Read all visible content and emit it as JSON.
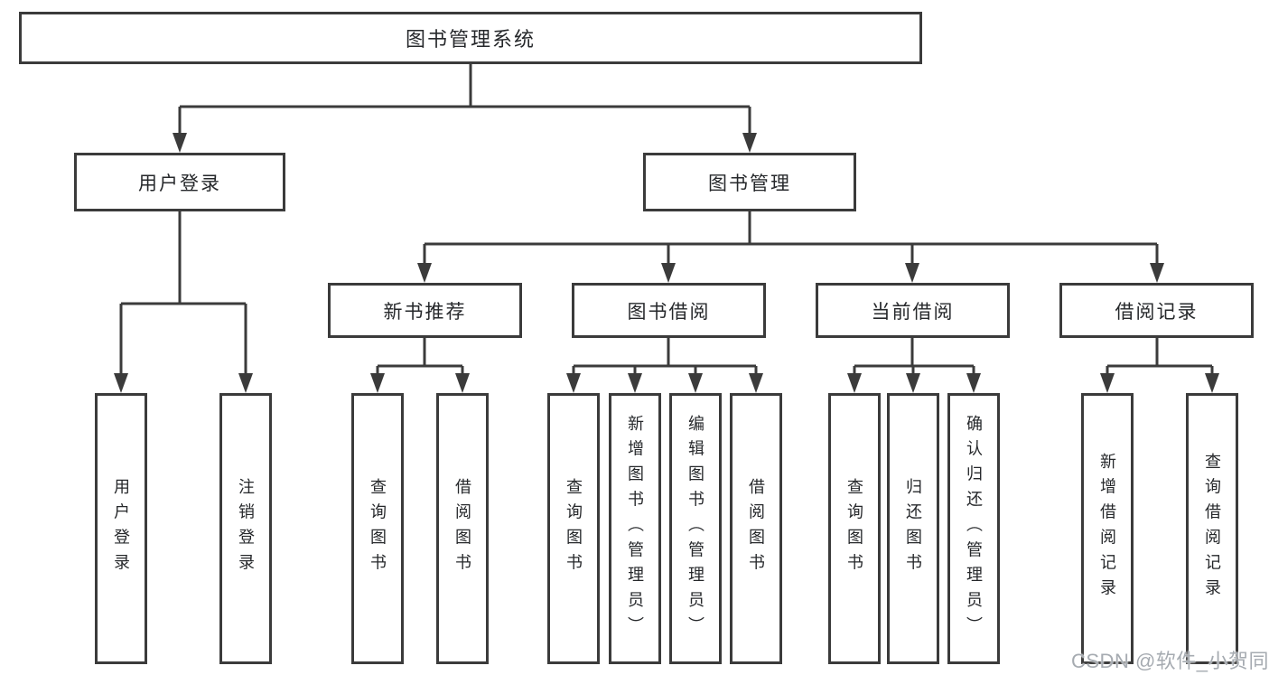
{
  "tree": {
    "root": {
      "label": "图书管理系统",
      "children": [
        {
          "label": "用户登录",
          "children": [
            {
              "label": "用户登录"
            },
            {
              "label": "注销登录"
            }
          ]
        },
        {
          "label": "图书管理",
          "children": [
            {
              "label": "新书推荐",
              "children": [
                {
                  "label": "查询图书"
                },
                {
                  "label": "借阅图书"
                }
              ]
            },
            {
              "label": "图书借阅",
              "children": [
                {
                  "label": "查询图书"
                },
                {
                  "label": "新增图书（管理员）"
                },
                {
                  "label": "编辑图书（管理员）"
                },
                {
                  "label": "借阅图书"
                }
              ]
            },
            {
              "label": "当前借阅",
              "children": [
                {
                  "label": "查询图书"
                },
                {
                  "label": "归还图书"
                },
                {
                  "label": "确认归还（管理员）"
                }
              ]
            },
            {
              "label": "借阅记录",
              "children": [
                {
                  "label": "新增借阅记录"
                },
                {
                  "label": "查询借阅记录"
                }
              ]
            }
          ]
        }
      ]
    }
  },
  "watermark": {
    "text": "CSDN @软件_小贺同学"
  },
  "colors": {
    "line": "#3b3b3b",
    "text": "#26282b",
    "box_background": "#ffffff",
    "page_background": "#ffffff",
    "watermark": "#a6abb1"
  }
}
